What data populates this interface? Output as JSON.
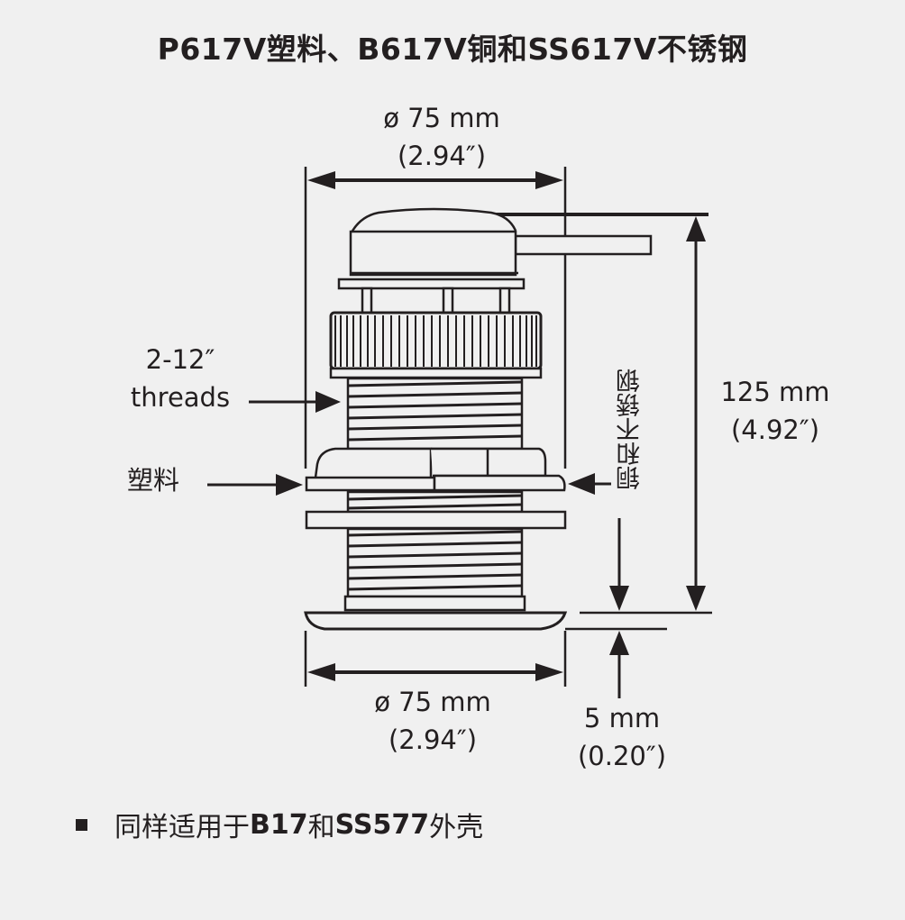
{
  "title": "P617V塑料、B617V铜和SS617V不锈钢",
  "dimensions": {
    "top_diameter": {
      "mm": "ø 75 mm",
      "inch": "(2.94″)"
    },
    "bottom_diameter": {
      "mm": "ø 75 mm",
      "inch": "(2.94″)"
    },
    "height": {
      "mm": "125 mm",
      "inch": "(4.92″)"
    },
    "flange_thickness": {
      "mm": "5 mm",
      "inch": "(0.20″)"
    }
  },
  "callouts": {
    "threads_line1": "2-12″",
    "threads_line2": "threads",
    "plastic": "塑料",
    "bronze_steel": "铜和不锈钢"
  },
  "note": {
    "part1": "同样适用于",
    "b1": "B17",
    "part2": "和",
    "b2": "SS577",
    "part3": "外壳"
  },
  "colors": {
    "background": "#f0f0f0",
    "ink": "#231f20"
  }
}
